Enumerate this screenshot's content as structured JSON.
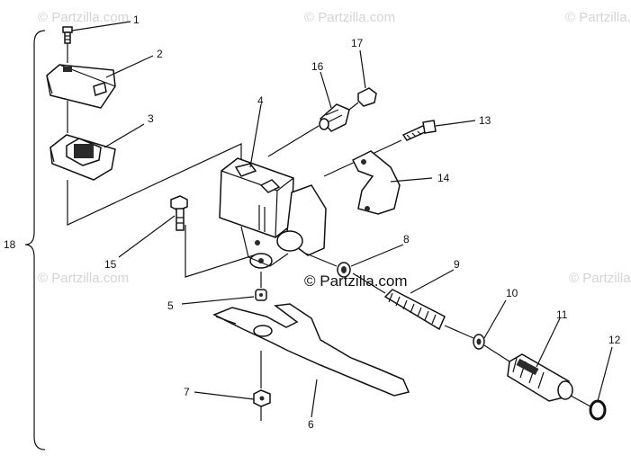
{
  "watermark": {
    "faint": "© Partzilla.com",
    "center": "© Partzilla.com"
  },
  "callouts": {
    "c1": "1",
    "c2": "2",
    "c3": "3",
    "c4": "4",
    "c5": "5",
    "c6": "6",
    "c7": "7",
    "c8": "8",
    "c9": "9",
    "c10": "10",
    "c11": "11",
    "c12": "12",
    "c13": "13",
    "c14": "14",
    "c15": "15",
    "c16": "16",
    "c17": "17",
    "c18": "18"
  }
}
